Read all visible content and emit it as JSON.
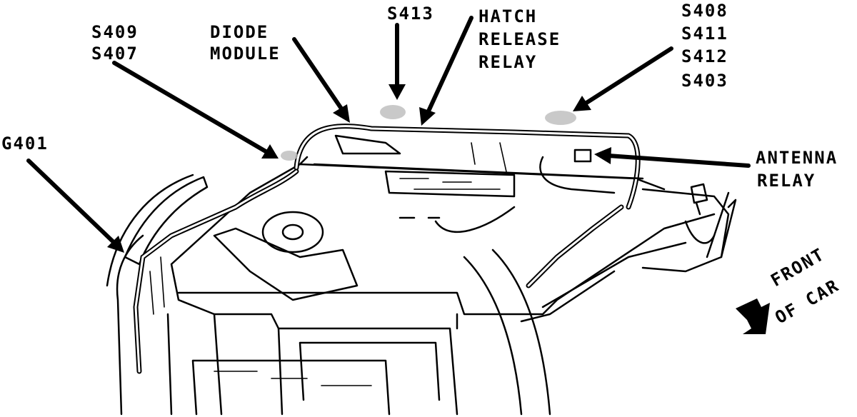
{
  "labels": {
    "s409": "S409",
    "s407": "S407",
    "diode_line1": "DIODE",
    "diode_line2": "MODULE",
    "s413": "S413",
    "hatch_line1": "HATCH",
    "hatch_line2": "RELEASE",
    "hatch_line3": "RELAY",
    "s408": "S408",
    "s411": "S411",
    "s412": "S412",
    "s403": "S403",
    "g401": "G401",
    "antenna_line1": "ANTENNA",
    "antenna_line2": "RELAY",
    "front_line1": "FRONT",
    "front_line2": "OF CAR"
  }
}
